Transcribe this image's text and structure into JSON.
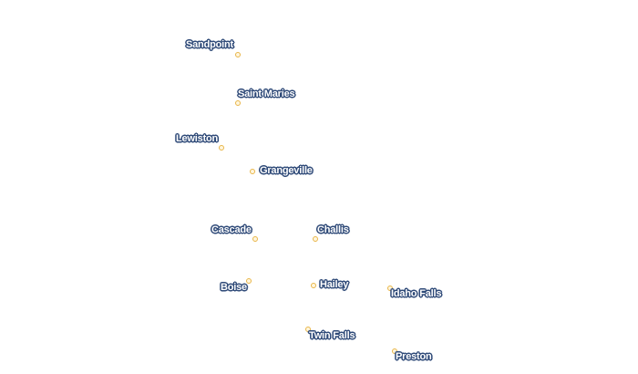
{
  "map": {
    "marker_color": "#e8b548",
    "label_text_color": "#ffffff",
    "label_halo_color": "#2f4a78",
    "places": [
      {
        "id": "sandpoint",
        "name": "Sandpoint"
      },
      {
        "id": "saint-maries",
        "name": "Saint Maries"
      },
      {
        "id": "lewiston",
        "name": "Lewiston"
      },
      {
        "id": "grangeville",
        "name": "Grangeville"
      },
      {
        "id": "cascade",
        "name": "Cascade"
      },
      {
        "id": "challis",
        "name": "Challis"
      },
      {
        "id": "boise",
        "name": "Boise"
      },
      {
        "id": "hailey",
        "name": "Hailey"
      },
      {
        "id": "idaho-falls",
        "name": "Idaho Falls"
      },
      {
        "id": "twin-falls",
        "name": "Twin Falls"
      },
      {
        "id": "preston",
        "name": "Preston"
      }
    ]
  }
}
